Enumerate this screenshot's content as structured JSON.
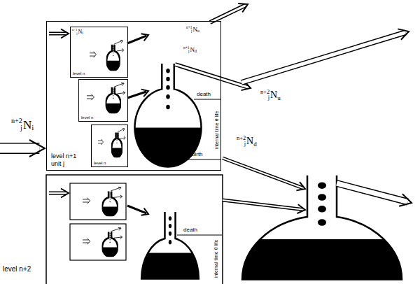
{
  "diagram": {
    "nodes": [
      {
        "text": [
          "level n+1 unit j"
        ]
      },
      {
        "text": [
          "level n"
        ],
        "in": 0
      },
      {
        "text": [
          "level n"
        ],
        "in": 0
      },
      {
        "text": [
          "level n"
        ],
        "in": 0
      }
    ],
    "labels": [
      "n+2",
      "j",
      "N",
      "i",
      "n+1",
      "j",
      "N",
      "u",
      "n+1",
      "j",
      "N",
      "d",
      "n+1",
      "j",
      "N",
      "i",
      "death",
      "birth",
      "internal time θ life",
      "n+2",
      "j",
      "N",
      "u",
      "n+2",
      "j",
      "N",
      "d",
      "death",
      "internal time θ life",
      "level n+2"
    ]
  }
}
